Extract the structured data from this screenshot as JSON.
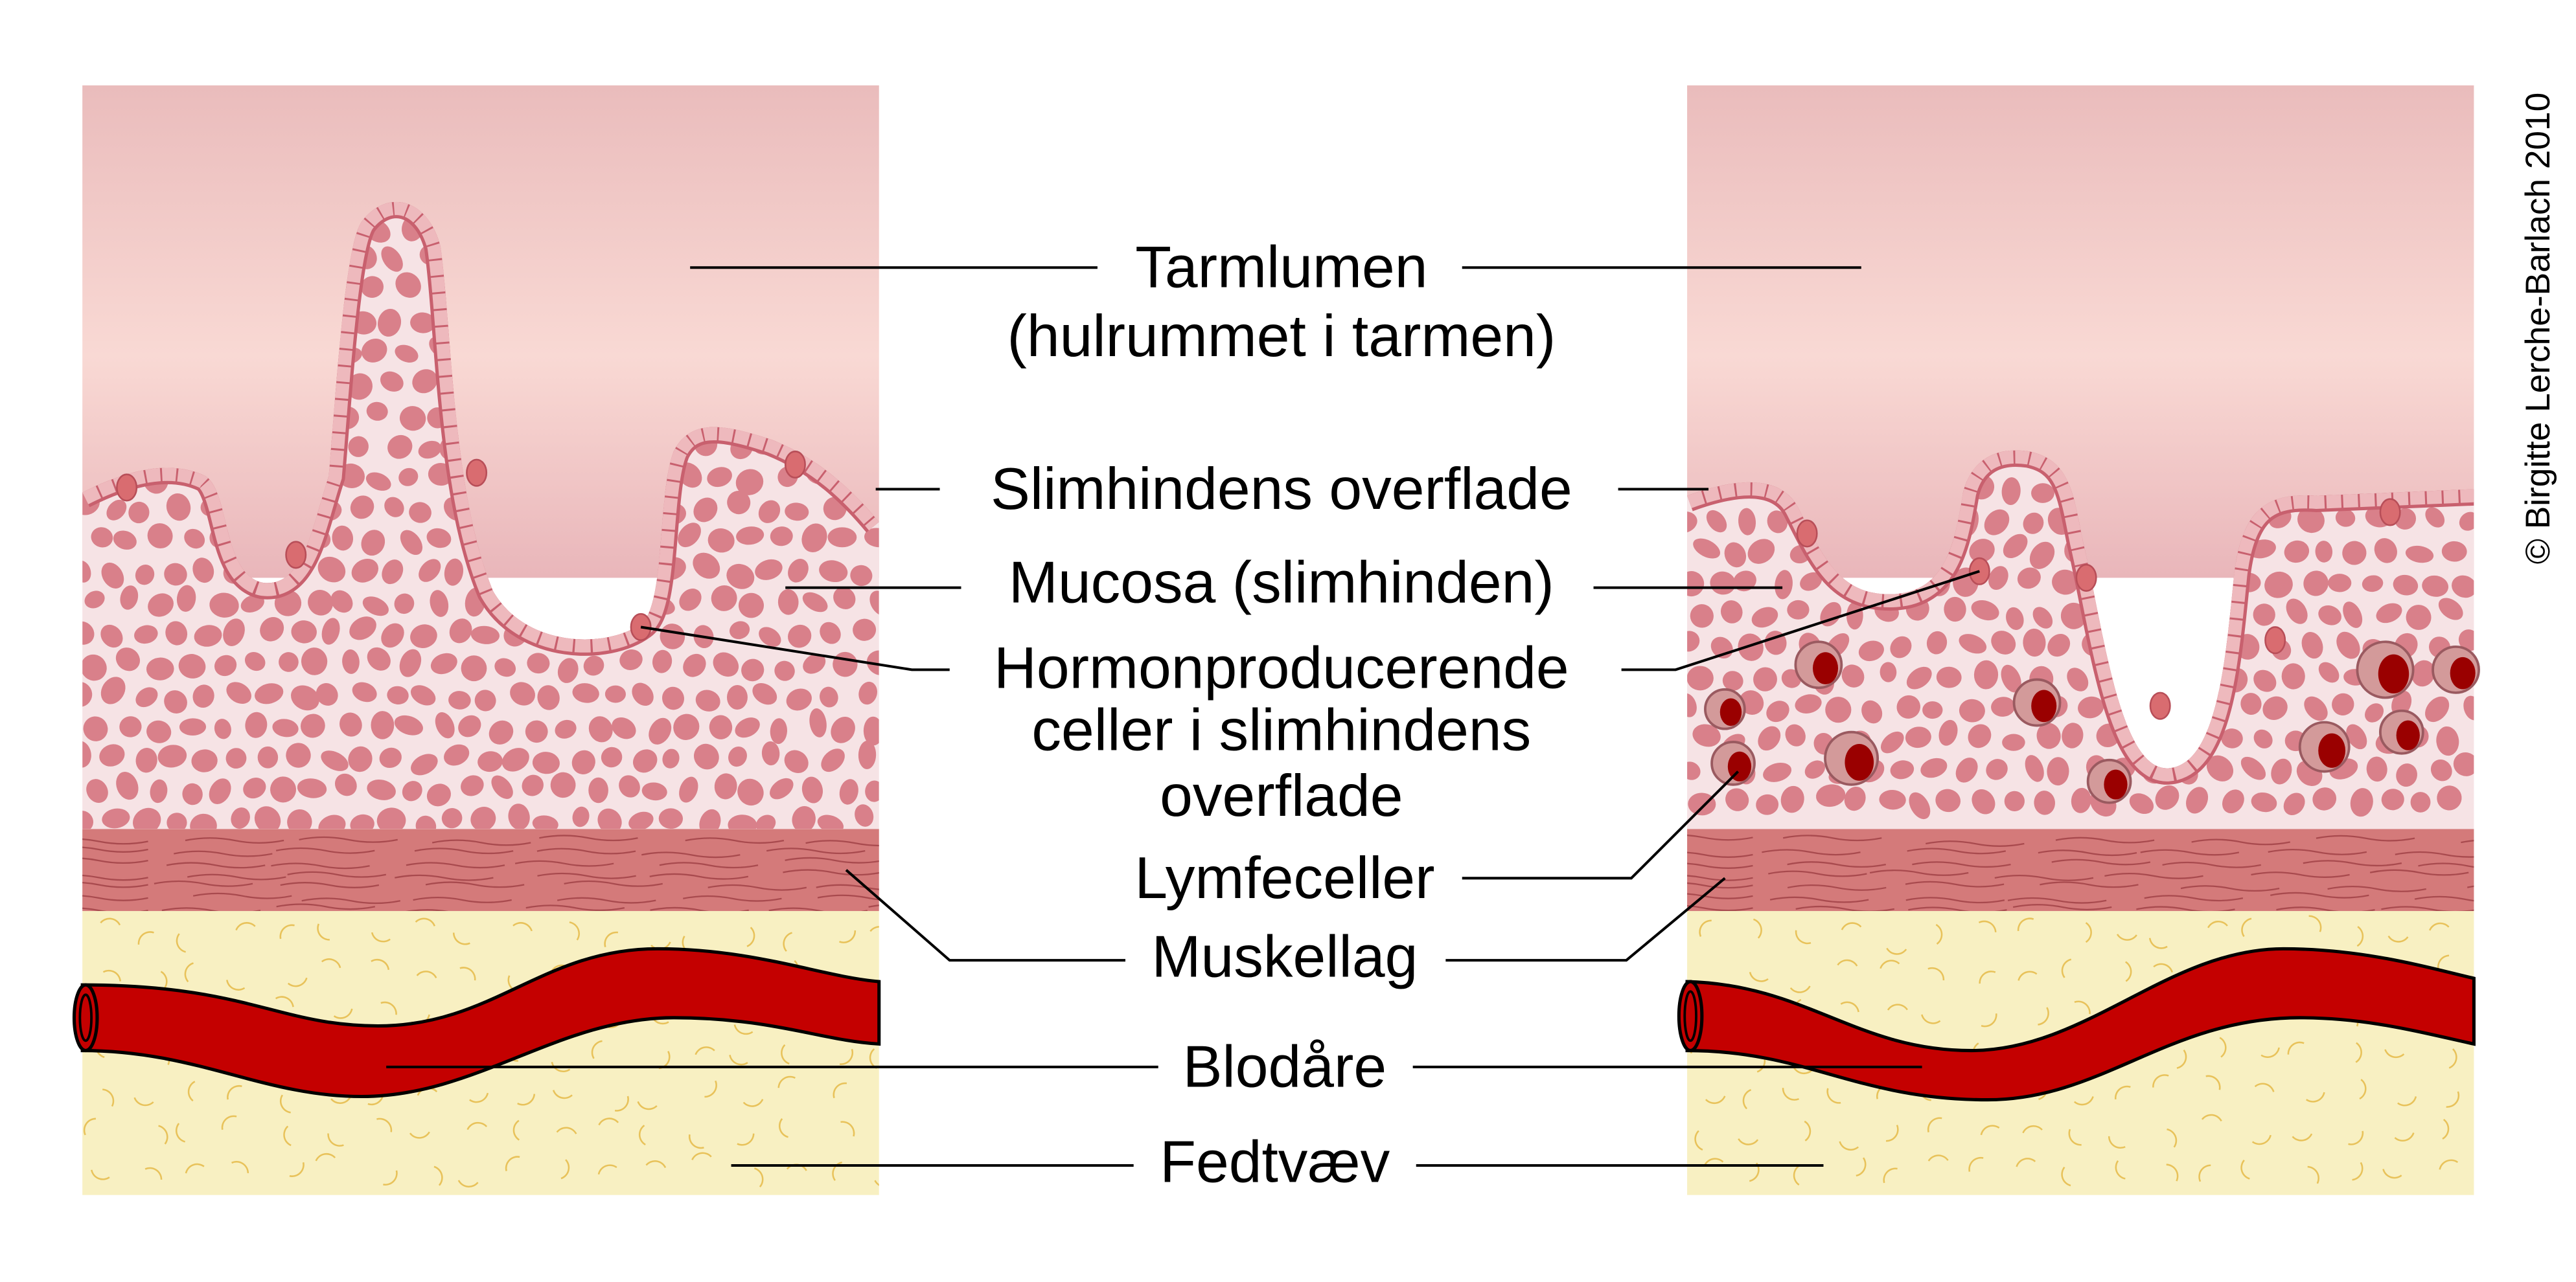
{
  "labels": {
    "lumen_line1": "Tarmlumen",
    "lumen_line2": "(hulrummet i tarmen)",
    "surface": "Slimhindens overflade",
    "mucosa": "Mucosa (slimhinden)",
    "hormone_line1": "Hormonproducerende",
    "hormone_line2": "celler i slimhindens",
    "hormone_line3": "overflade",
    "lymph": "Lymfeceller",
    "muscle": "Muskellag",
    "vessel": "Blodåre",
    "fat": "Fedtvæv"
  },
  "copyright": "© Birgitte Lerche-Barlach 2010",
  "colors": {
    "lumen_top": "#eabcbc",
    "lumen_mid": "#f9d9d4",
    "mucosa_bg": "#f6e3e5",
    "cell": "#d9808a",
    "epithelium": "#eeb9bd",
    "epithelium_edge": "#c8606e",
    "muscle": "#d47a7a",
    "fat": "#f8f0c2",
    "vessel": "#c40000",
    "lymph_nucleus": "#9a0000"
  }
}
